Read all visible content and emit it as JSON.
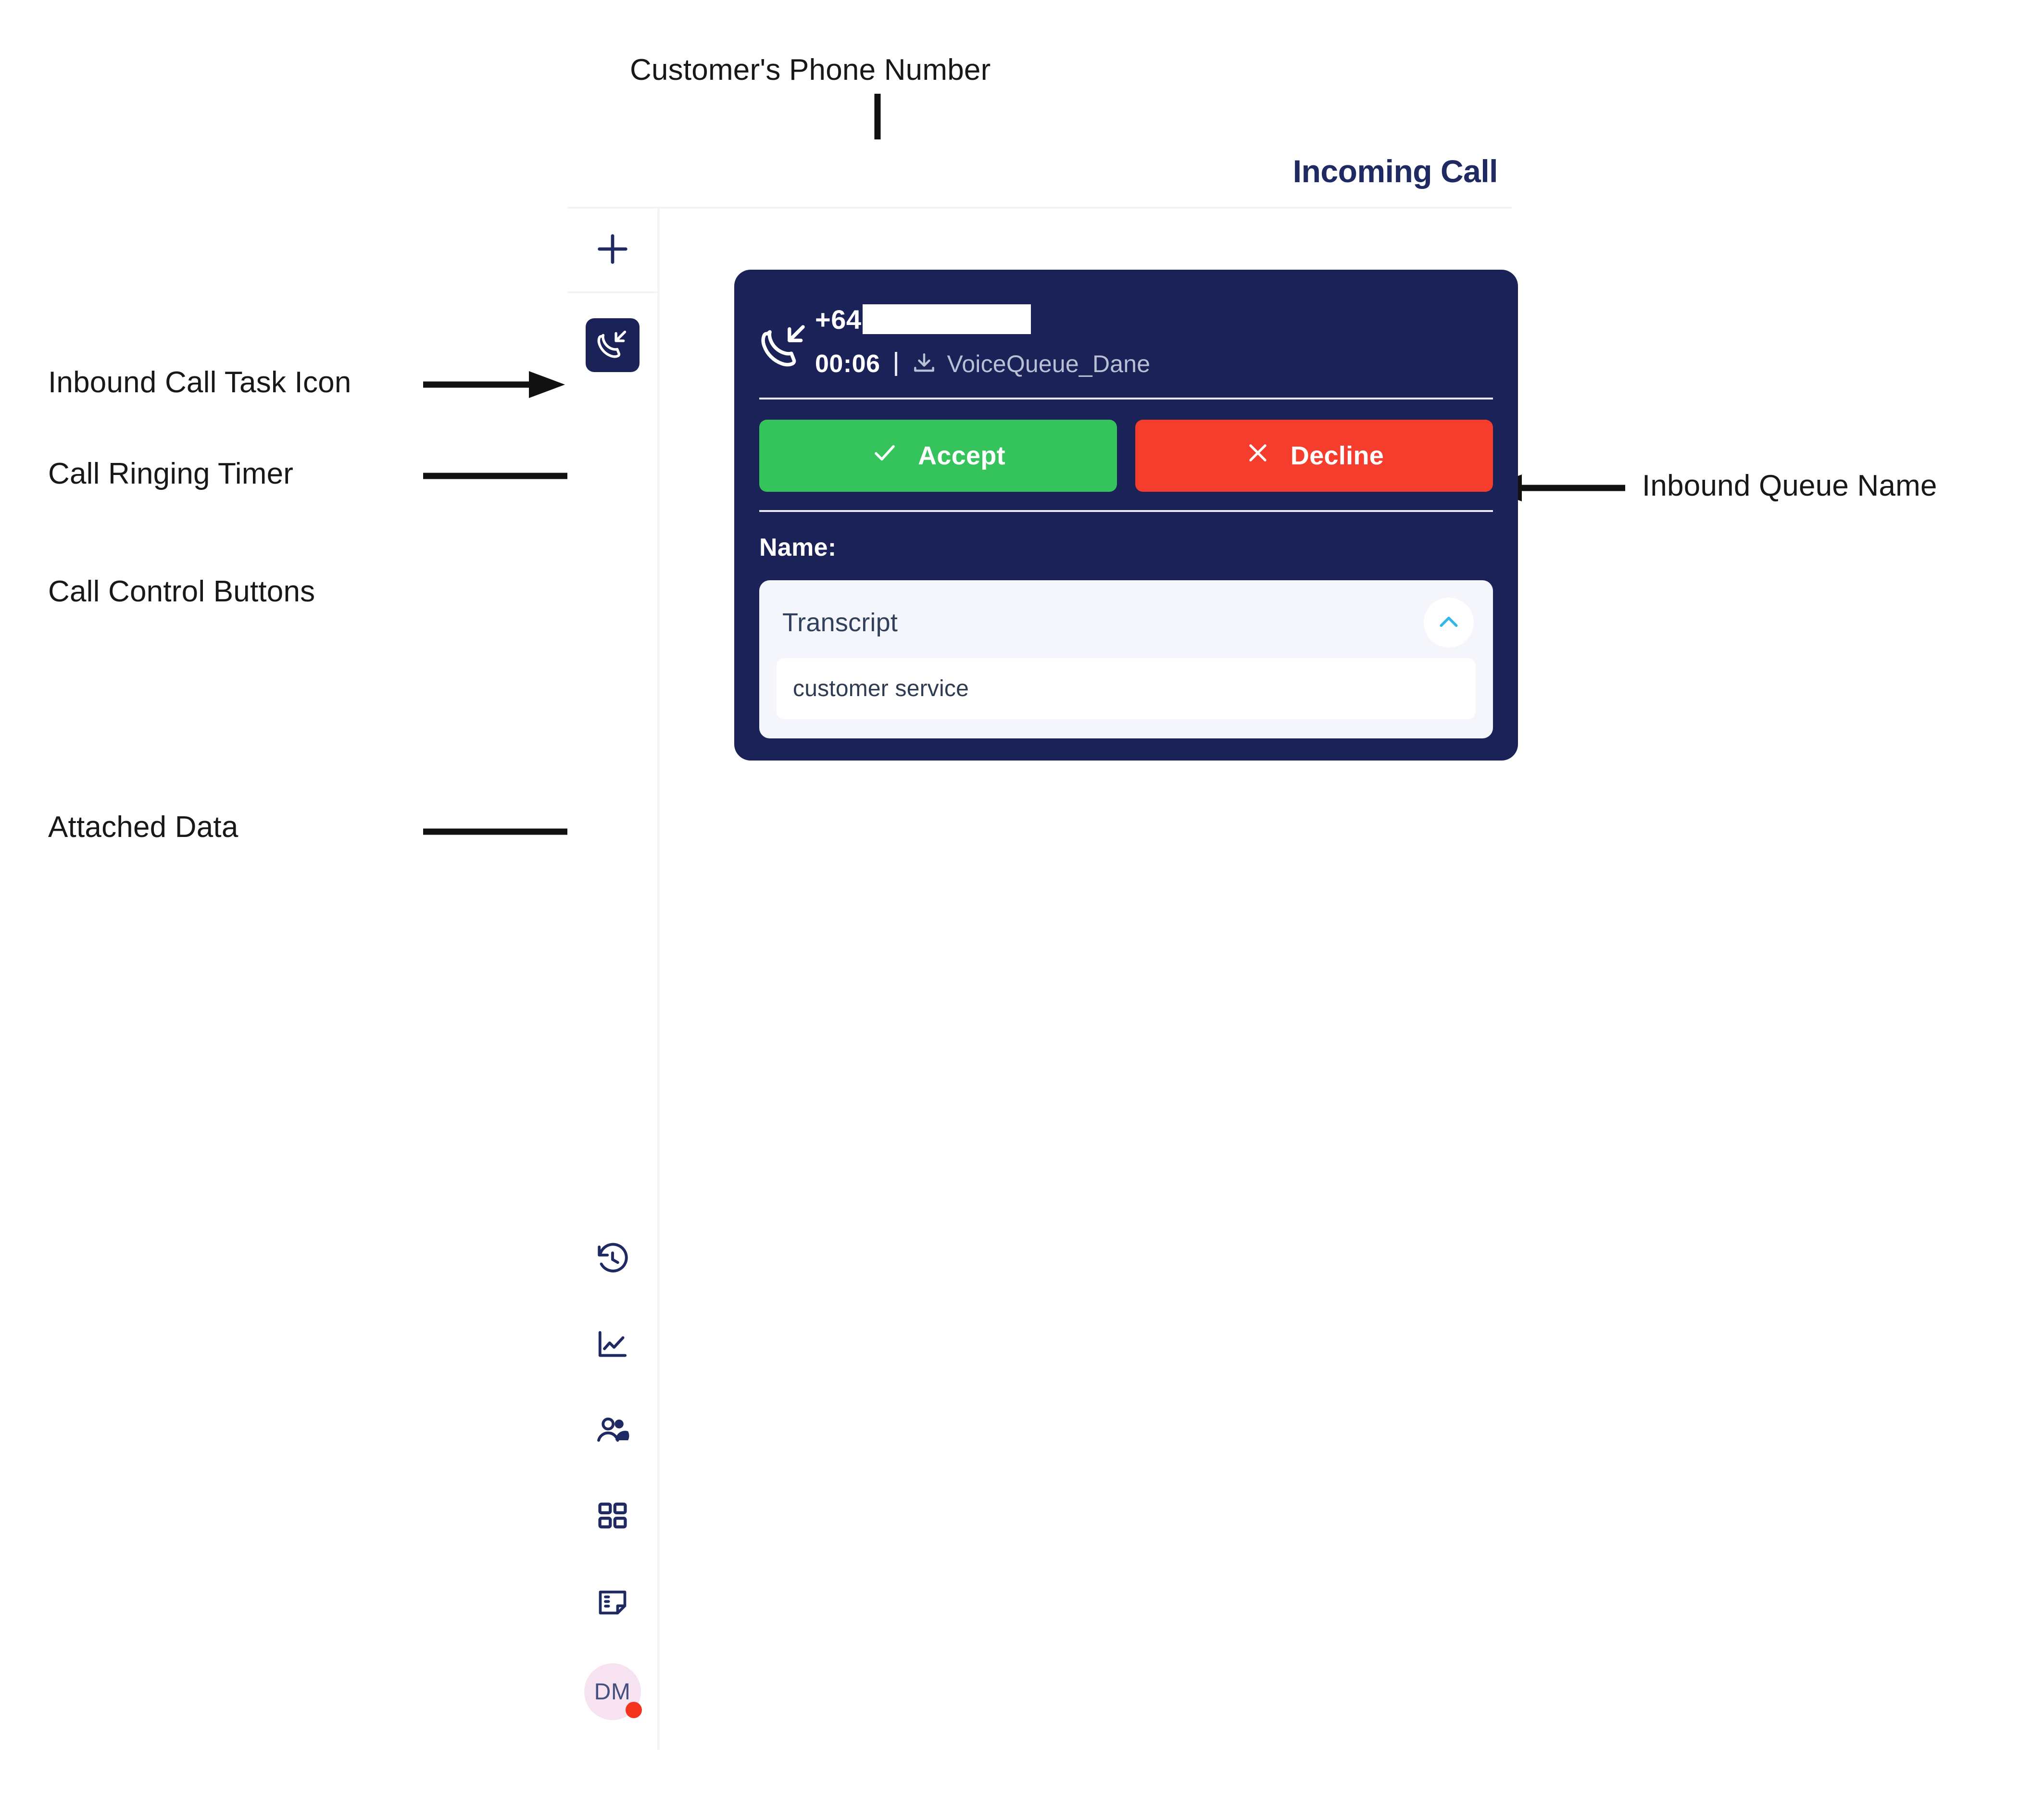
{
  "annotations": [
    {
      "id": "phone-number",
      "label": "Customer's Phone Number"
    },
    {
      "id": "task-icon",
      "label": "Inbound Call Task Icon"
    },
    {
      "id": "ringing-timer",
      "label": "Call Ringing Timer"
    },
    {
      "id": "control-buttons",
      "label": "Call Control Buttons"
    },
    {
      "id": "attached-data",
      "label": "Attached Data"
    },
    {
      "id": "queue-name",
      "label": "Inbound Queue Name"
    }
  ],
  "header": {
    "title": "Incoming Call"
  },
  "sidebar": {
    "add_button": {
      "label": "",
      "icon": "plus-icon"
    },
    "active_task": {
      "icon": "inbound-call-icon"
    },
    "items": [
      {
        "name": "history",
        "icon": "history-clock-icon"
      },
      {
        "name": "analytics",
        "icon": "line-chart-icon"
      },
      {
        "name": "contacts",
        "icon": "people-icon"
      },
      {
        "name": "apps",
        "icon": "grid-apps-icon"
      },
      {
        "name": "notes",
        "icon": "note-list-icon"
      }
    ],
    "avatar": {
      "initials": "DM",
      "status_color": "#f4341f",
      "background": "#f6e2f1"
    }
  },
  "call_card": {
    "direction_icon": "inbound-call-icon",
    "phone_prefix": "+64",
    "phone_redacted": true,
    "timer": "00:06",
    "queue_icon": "download-tray-icon",
    "queue_name": "VoiceQueue_Dane",
    "accept": {
      "label": "Accept",
      "icon": "check-icon",
      "color": "#35c45c"
    },
    "decline": {
      "label": "Decline",
      "icon": "x-icon",
      "color": "#f43d2c"
    },
    "name_label": "Name:",
    "name_value": "",
    "transcript": {
      "title": "Transcript",
      "toggle_icon": "chevron-up-icon",
      "toggle_color": "#35b6e8",
      "expanded": true,
      "text": "customer service"
    },
    "background": "#1b2257"
  }
}
